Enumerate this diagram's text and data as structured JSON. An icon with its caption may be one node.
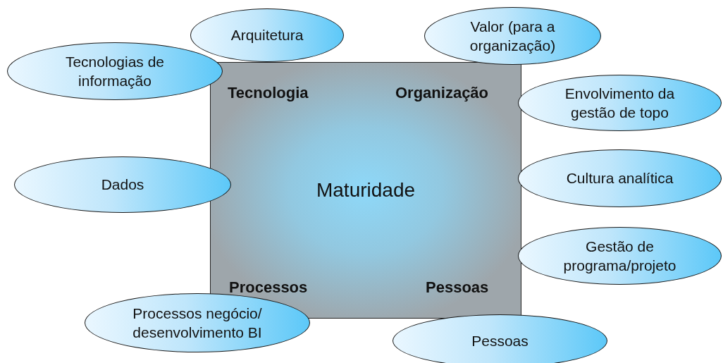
{
  "diagram": {
    "nodes": [
      {
        "text": [
          "Arquitetura"
        ]
      },
      {
        "text": [
          "Valor (para a organização)"
        ]
      },
      {
        "text": [
          "Tecnologias de informação"
        ]
      },
      {
        "text": [
          "Tecnologia",
          "Organização",
          "Maturidade",
          "Processos",
          "Pessoas"
        ]
      },
      {
        "text": [
          "Envolvimento da gestão de topo"
        ]
      },
      {
        "text": [
          "Dados"
        ]
      },
      {
        "text": [
          "Cultura analítica"
        ]
      },
      {
        "text": [
          "Gestão de programa/projeto"
        ]
      },
      {
        "text": [
          "Processos negócio/ desenvolvimento BI"
        ]
      },
      {
        "text": [
          "Pessoas"
        ]
      }
    ],
    "edges": []
  }
}
